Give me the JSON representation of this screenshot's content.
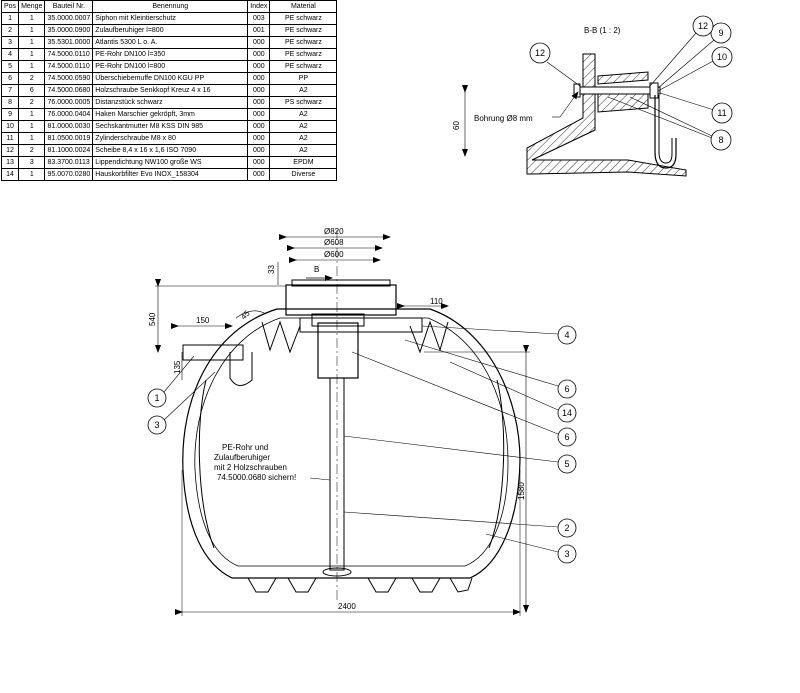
{
  "bom": {
    "headers": [
      "Pos",
      "Menge",
      "Bauteil Nr.",
      "Benennung",
      "Index",
      "Material"
    ],
    "rows": [
      [
        "1",
        "1",
        "35.0000.0007",
        "Siphon mit Kleintierschutz",
        "003",
        "PE schwarz"
      ],
      [
        "2",
        "1",
        "35.0000.0900",
        "Zulaufberuhiger l=800",
        "001",
        "PE schwarz"
      ],
      [
        "3",
        "1",
        "35.5301.0000",
        "Atlantis 5300 L o. A.",
        "000",
        "PE schwarz"
      ],
      [
        "4",
        "1",
        "74.5000.0110",
        "PE-Rohr DN100 l=350",
        "000",
        "PE schwarz"
      ],
      [
        "5",
        "1",
        "74.5000.0110",
        "PE-Rohr DN100 l=800",
        "000",
        "PE schwarz"
      ],
      [
        "6",
        "2",
        "74.5000.0590",
        "Überschiebemuffe DN100 KGU PP",
        "000",
        "PP"
      ],
      [
        "7",
        "6",
        "74.5000.0680",
        "Holzschraube Senkkopf Kreuz 4 x 16",
        "000",
        "A2"
      ],
      [
        "8",
        "2",
        "76.0000.0005",
        "Distanzstück schwarz",
        "000",
        "PS schwarz"
      ],
      [
        "9",
        "1",
        "76.0000.0404",
        "Haken Marschier gekröpft, 3mm",
        "000",
        "A2"
      ],
      [
        "10",
        "1",
        "81.0000.0030",
        "Sechskantmutter M8 KSS DIN 985",
        "000",
        "A2"
      ],
      [
        "11",
        "1",
        "81.0500.0019",
        "Zylinderschraube M8 x 80",
        "000",
        "A2"
      ],
      [
        "12",
        "2",
        "81.1000.0024",
        "Scheibe 8,4 x 16 x 1,6 ISO 7090",
        "000",
        "A2"
      ],
      [
        "13",
        "3",
        "83.3700.0113",
        "Lippendichtung NW100 große WS",
        "000",
        "EPDM"
      ],
      [
        "14",
        "1",
        "95.0070.0280",
        "Hauskorbfilter Evo INOX_158304",
        "000",
        "Diverse"
      ]
    ]
  },
  "detail": {
    "title": "B-B (1 : 2)",
    "bore_label": "Bohrung Ø8 mm",
    "dim_60": "60",
    "balloons": [
      "12",
      "9",
      "10",
      "12",
      "11",
      "8"
    ]
  },
  "main": {
    "dims": {
      "d820": "Ø820",
      "d608": "Ø608",
      "d600": "Ø600",
      "h33": "33",
      "h540": "540",
      "w150": "150",
      "h135": "135",
      "a45": "45",
      "w110": "110",
      "h1580": "1580",
      "w2400": "2400",
      "section": "B"
    },
    "note_lines": [
      "PE-Rohr und",
      "Zulaufberuhiger",
      "mit 2 Holzschrauben",
      "74.5000.0680 sichern!"
    ],
    "balloons": [
      "1",
      "3",
      "4",
      "6",
      "14",
      "6",
      "5",
      "2",
      "3"
    ]
  }
}
